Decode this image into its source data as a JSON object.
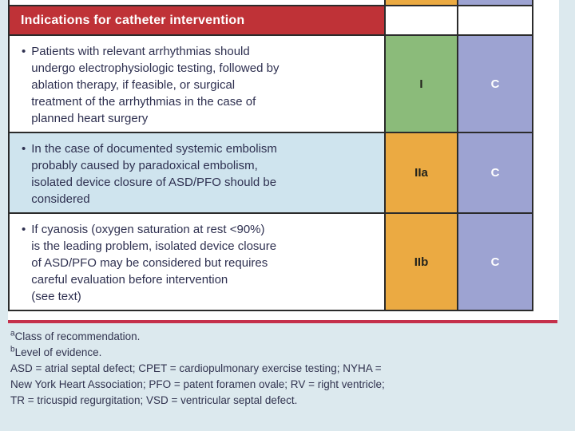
{
  "page": {
    "background": "#dce9ee",
    "panel_background": "#ffffff",
    "divider_color": "#c5304b",
    "border_color": "#2b2b2b",
    "body_text_color": "#2e3050"
  },
  "table": {
    "bullet": "•",
    "header": {
      "label": "Indications for catheter intervention",
      "background": "#bf3237",
      "text_color": "#ffffff"
    },
    "top_sliver": {
      "text_color_bg": "#ffffff",
      "class_color": "#ebaa42",
      "evidence_color": "#9da3d2"
    },
    "rows": [
      {
        "lines": [
          "Patients with relevant arrhythmias should",
          "undergo electrophysiologic testing, followed by",
          "ablation therapy, if feasible, or surgical",
          "treatment of the arrhythmias in the case of",
          "planned heart surgery"
        ],
        "row_background": "#ffffff",
        "class_label": "I",
        "class_color": "#8bbb7a",
        "evidence_label": "C",
        "evidence_color": "#9da3d2"
      },
      {
        "lines": [
          "In the case of documented systemic embolism",
          "probably caused by paradoxical embolism,",
          "isolated device closure of ASD/PFO should be",
          "considered"
        ],
        "row_background": "#cfe4ee",
        "class_label": "IIa",
        "class_color": "#ebaa42",
        "evidence_label": "C",
        "evidence_color": "#9da3d2"
      },
      {
        "lines": [
          "If cyanosis (oxygen saturation at rest <90%)",
          "is the leading problem, isolated device closure",
          "of ASD/PFO may be considered but requires",
          "careful evaluation before intervention",
          "(see text)"
        ],
        "row_background": "#ffffff",
        "class_label": "IIb",
        "class_color": "#ebaa42",
        "evidence_label": "C",
        "evidence_color": "#9da3d2"
      }
    ]
  },
  "footnotes": {
    "items": [
      {
        "sup": "a",
        "text": "Class of recommendation."
      },
      {
        "sup": "b",
        "text": "Level of evidence."
      }
    ],
    "abbreviation_lines": [
      "ASD = atrial septal defect; CPET = cardiopulmonary exercise testing; NYHA =",
      "New York Heart Association; PFO = patent foramen ovale; RV = right ventricle;",
      "TR = tricuspid regurgitation; VSD = ventricular septal defect."
    ]
  }
}
